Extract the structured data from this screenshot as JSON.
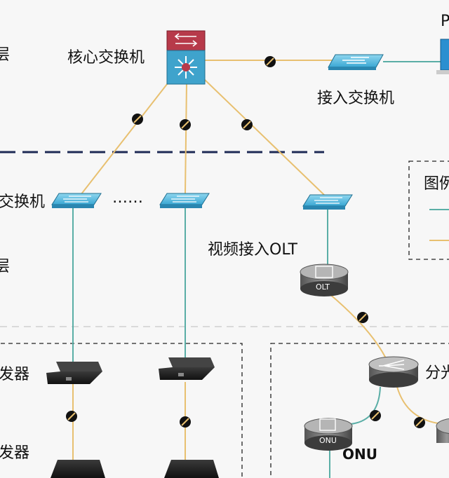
{
  "labels": {
    "core_switch": "核心交换机",
    "access_switch": "接入交换机",
    "pc_partial": "P",
    "left_switch_partial": "交换机",
    "left_top_partial": "层",
    "left_mid_partial": "层",
    "ellipsis": "……",
    "video_olt": "视频接入OLT",
    "legend_partial": "图例",
    "splitter_partial": "分光",
    "transmitter_partial_1": "发器",
    "transmitter_partial_2": "发器",
    "onu": "ONU",
    "olt_device_text": "OLT",
    "onu_device_text": "ONU"
  },
  "colors": {
    "copper_line": "#e8c070",
    "fiber_line": "#5aaea6",
    "switch_blue": "#4fb3d9",
    "core_red": "#b73a4a",
    "dashed_divider": "#1e2a55"
  }
}
